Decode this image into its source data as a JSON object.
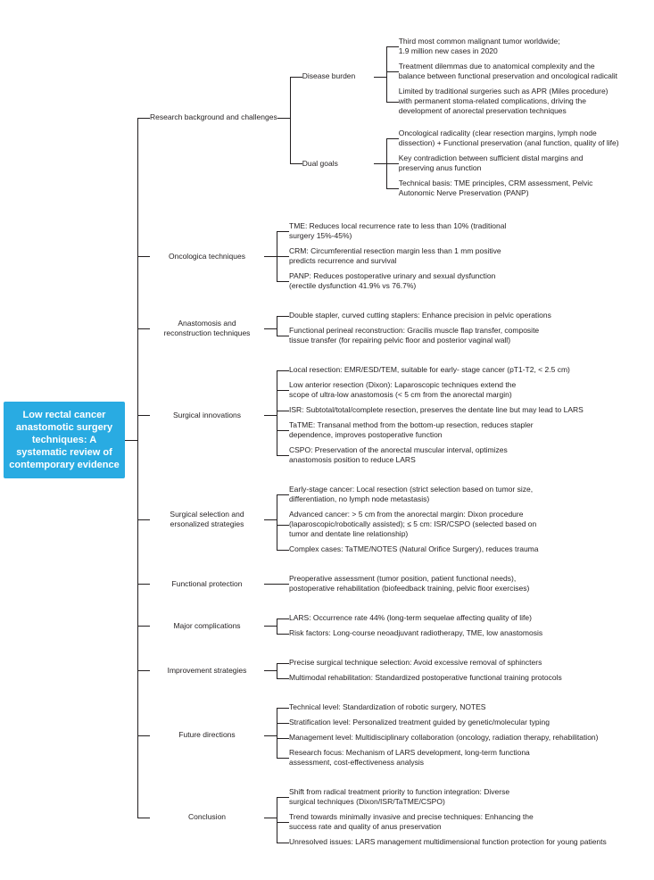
{
  "figure": {
    "colors": {
      "accent": "#29abe2",
      "line": "#231f20",
      "root_text": "#ffffff"
    }
  },
  "root": {
    "label": "Low rectal cancer\nanastomotic surgery\ntechniques: A\nsystematic review of\ncontemporary evidence"
  },
  "branches": [
    {
      "label": "Research background and challenges",
      "children": [
        {
          "label": "Disease burden",
          "children": [
            {
              "label": "Third most common malignant tumor worldwide;\n1.9 million new cases in 2020"
            },
            {
              "label": "Treatment dilemmas due to anatomical complexity and the\nbalance between functional preservation and oncological radicalit"
            },
            {
              "label": "Limited by traditional surgeries such as APR (Miles procedure)\nwith permanent stoma-related complications, driving the\ndevelopment of anorectal preservation techniques"
            }
          ]
        },
        {
          "label": "Dual goals",
          "children": [
            {
              "label": "Oncological radicality (clear resection margins, lymph node\ndissection) + Functional preservation (anal function, quality of life)"
            },
            {
              "label": "Key contradiction between sufficient distal margins and\npreserving anus function"
            },
            {
              "label": "Technical basis: TME principles, CRM assessment, Pelvic\nAutonomic Nerve Preservation (PANP)"
            }
          ]
        }
      ]
    },
    {
      "label": "Oncologica techniques",
      "children": [
        {
          "label": "TME: Reduces local recurrence rate to less than 10% (traditional\nsurgery 15%-45%)"
        },
        {
          "label": "CRM: Circumferential resection margin less than 1 mm positive\npredicts recurrence and survival"
        },
        {
          "label": "PANP: Reduces postoperative urinary and sexual dysfunction\n(erectile dysfunction 41.9% vs 76.7%)"
        }
      ]
    },
    {
      "label": "Anastomosis and\nreconstruction techniques",
      "children": [
        {
          "label": "Double stapler, curved cutting staplers: Enhance precision in pelvic operations"
        },
        {
          "label": "Functional perineal reconstruction: Gracilis muscle flap transfer, composite\ntissue transfer (for repairing pelvic floor and posterior vaginal wall)"
        }
      ]
    },
    {
      "label": "Surgical innovations",
      "children": [
        {
          "label": "Local resection: EMR/ESD/TEM, suitable for early- stage cancer (pT1-T2, < 2.5 cm)"
        },
        {
          "label": "Low anterior resection (Dixon): Laparoscopic techniques extend the\nscope of ultra-low anastomosis (< 5 cm from the anorectal margin)"
        },
        {
          "label": "ISR: Subtotal/total/complete resection, preserves the dentate line but may lead to LARS"
        },
        {
          "label": "TaTME: Transanal method from the bottom-up resection, reduces stapler\ndependence, improves postoperative function"
        },
        {
          "label": "CSPO: Preservation of the anorectal muscular interval, optimizes\nanastomosis position to reduce LARS"
        }
      ]
    },
    {
      "label": "Surgical selection and\nersonalized strategies",
      "children": [
        {
          "label": "Early-stage cancer: Local resection (strict selection based on tumor size,\ndifferentiation, no lymph node metastasis)"
        },
        {
          "label": "Advanced cancer: > 5 cm from the anorectal margin: Dixon procedure\n(laparoscopic/robotically assisted); ≤ 5 cm: ISR/CSPO (selected based on\ntumor and dentate line relationship)"
        },
        {
          "label": "Complex cases: TaTME/NOTES (Natural Orifice Surgery), reduces trauma"
        }
      ]
    },
    {
      "label": "Functional protection",
      "children": [
        {
          "label": "Preoperative assessment (tumor position, patient functional needs),\npostoperative rehabilitation (biofeedback training, pelvic floor exercises)"
        }
      ]
    },
    {
      "label": "Major complications",
      "children": [
        {
          "label": "LARS: Occurrence rate 44% (long-term sequelae affecting quality of life)"
        },
        {
          "label": "Risk factors: Long-course neoadjuvant radiotherapy, TME, low anastomosis"
        }
      ]
    },
    {
      "label": "Improvement strategies",
      "children": [
        {
          "label": "Precise surgical technique selection: Avoid excessive removal of sphincters"
        },
        {
          "label": "Multimodal rehabilitation: Standardized postoperative functional training protocols"
        }
      ]
    },
    {
      "label": "Future directions",
      "children": [
        {
          "label": "Technical level: Standardization of robotic surgery, NOTES"
        },
        {
          "label": "Stratification level: Personalized treatment guided by genetic/molecular typing"
        },
        {
          "label": "Management level: Multidisciplinary collaboration (oncology, radiation therapy, rehabilitation)"
        },
        {
          "label": "Research focus: Mechanism of LARS development, long-term functiona\nassessment, cost-effectiveness analysis"
        }
      ]
    },
    {
      "label": "Conclusion",
      "children": [
        {
          "label": "Shift from radical treatment priority to function integration: Diverse\nsurgical techniques (Dixon/ISR/TaTME/CSPO)"
        },
        {
          "label": "Trend towards minimally invasive and precise techniques: Enhancing the\nsuccess rate and quality of anus preservation"
        },
        {
          "label": "Unresolved issues: LARS management multidimensional function protection for young patients"
        }
      ]
    }
  ]
}
